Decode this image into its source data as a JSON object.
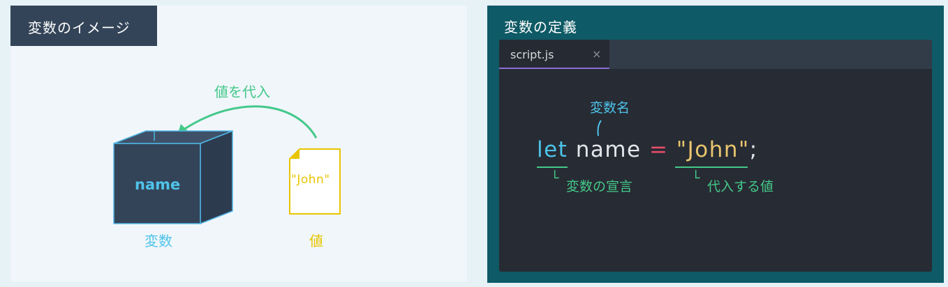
{
  "left_panel": {
    "title": "変数のイメージ",
    "arrow_label": "値を代入",
    "box_label": "name",
    "box_caption": "変数",
    "doc_label": "\"John\"",
    "doc_caption": "値"
  },
  "right_panel": {
    "title": "変数の定義",
    "tab": {
      "label": "script.js",
      "close": "×"
    },
    "code": {
      "keyword": "let",
      "name": "name",
      "operator": "=",
      "string": "\"John\"",
      "semicolon": ";"
    },
    "annotations": {
      "top": "変数名",
      "declaration": "変数の宣言",
      "value": "代入する値",
      "corner_mark": "└"
    }
  },
  "colors": {
    "green": "#44c98a",
    "blue": "#4ec3ea",
    "yellow": "#e8c500",
    "navy": "#344458",
    "teal": "#0e5a66",
    "editor_bg": "#272b33"
  }
}
